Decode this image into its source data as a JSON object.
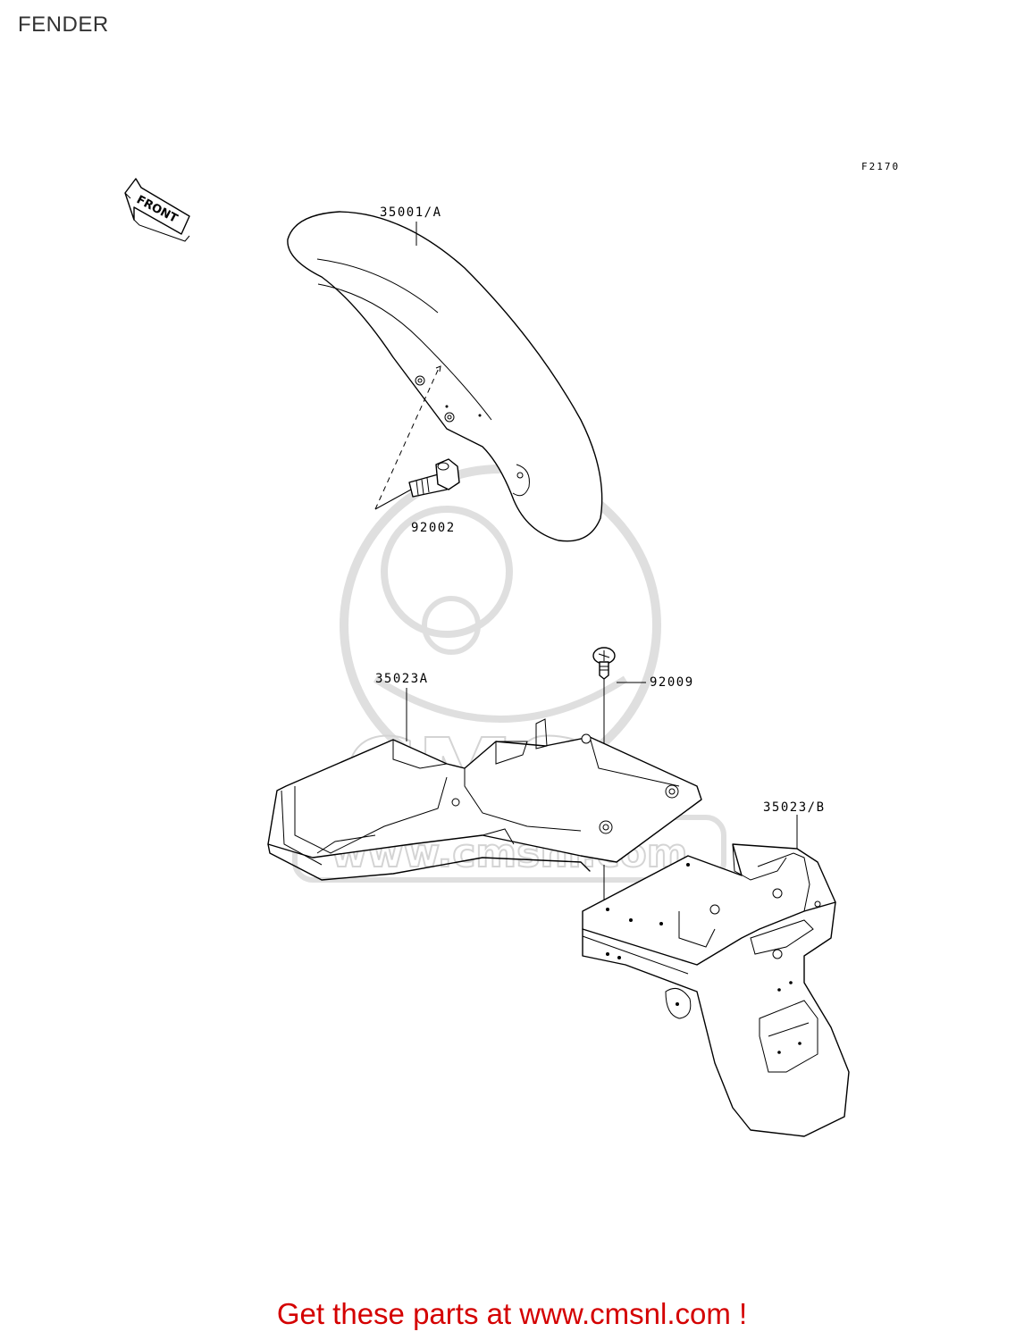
{
  "page": {
    "title": "FENDER"
  },
  "diagram": {
    "figure_code": "F2170",
    "front_arrow_text": "FRONT",
    "watermark_text": "www.cmsnl.com",
    "watermark_logo_text": "CMS",
    "parts": [
      {
        "ref": "35001/A",
        "name": "front-fender"
      },
      {
        "ref": "92002",
        "name": "fender-bolt"
      },
      {
        "ref": "92009",
        "name": "tapping-screw"
      },
      {
        "ref": "35023A",
        "name": "rear-fender-front-section"
      },
      {
        "ref": "35023/B",
        "name": "rear-fender-rear-section"
      }
    ]
  },
  "footer": {
    "promo_text": "Get these parts at www.cmsnl.com !"
  }
}
